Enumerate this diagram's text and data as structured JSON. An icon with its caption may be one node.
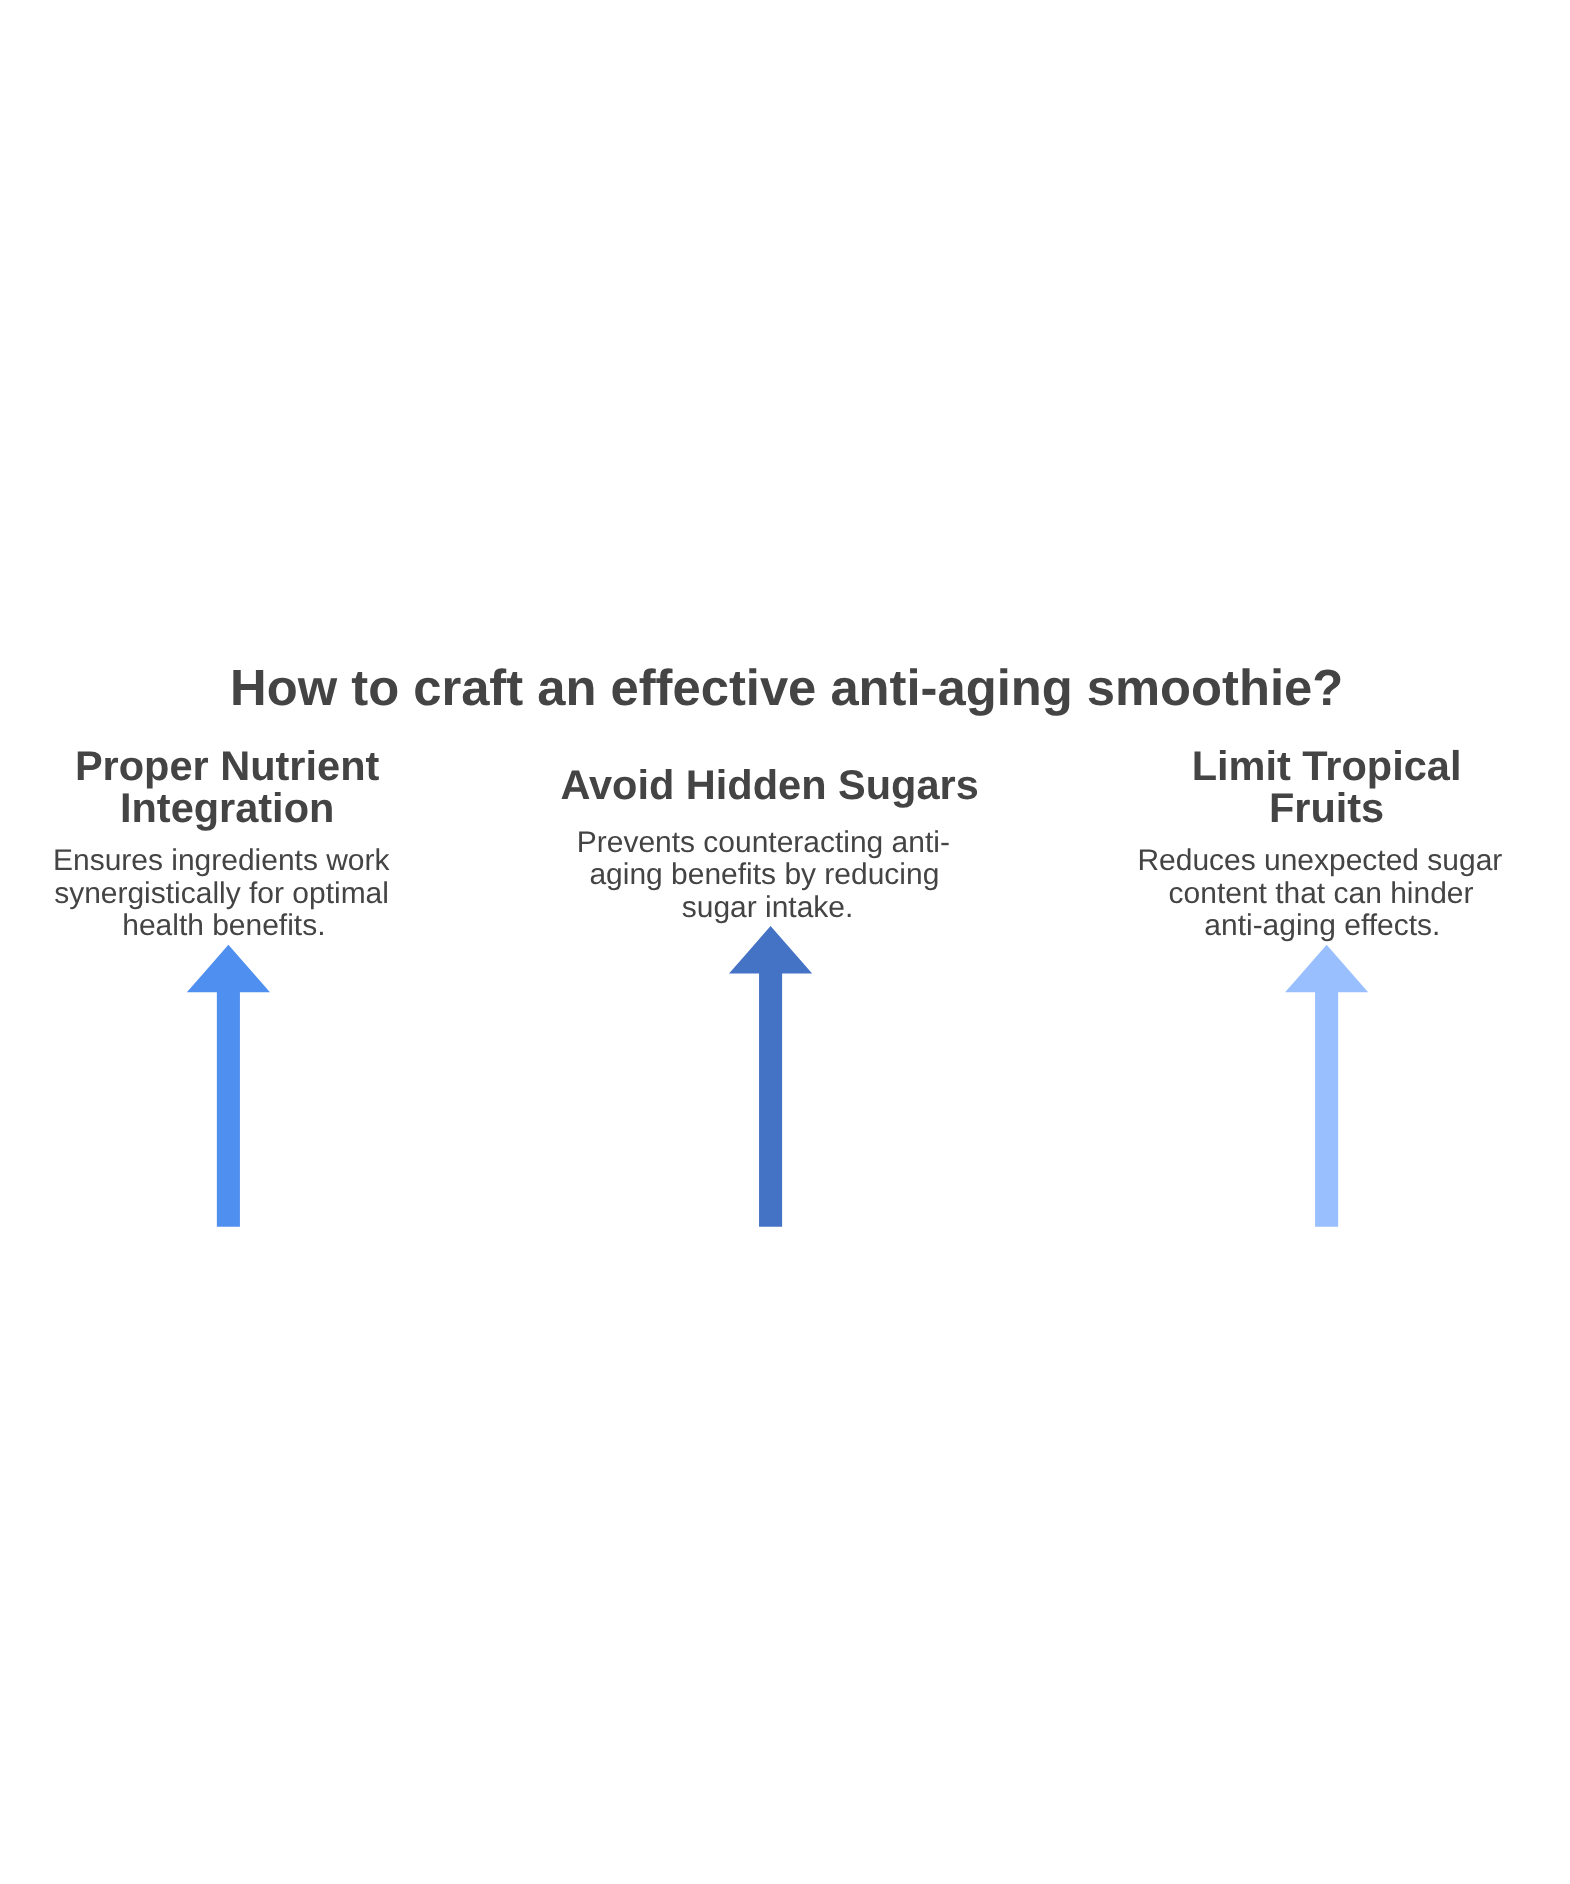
{
  "diagram": {
    "title": "How to craft an effective anti-aging smoothie?",
    "nodes": [
      {
        "text": [
          "Proper Nutrient Integration",
          "Ensures ingredients work synergistically for optimal health benefits."
        ]
      },
      {
        "text": [
          "Avoid Hidden Sugars",
          "Prevents counteracting anti-aging benefits by reducing sugar intake."
        ]
      },
      {
        "text": [
          "Limit Tropical Fruits",
          "Reduces unexpected sugar content that can hinder anti-aging effects."
        ]
      }
    ],
    "edges": [
      {
        "from": null,
        "to": 1,
        "arrow": "to",
        "color": "#4472c4"
      },
      {
        "from": null,
        "to": 0,
        "arrow": "to",
        "color": "#4e8ff0"
      },
      {
        "from": null,
        "to": 2,
        "arrow": "to",
        "color": "#99bfff"
      }
    ]
  }
}
